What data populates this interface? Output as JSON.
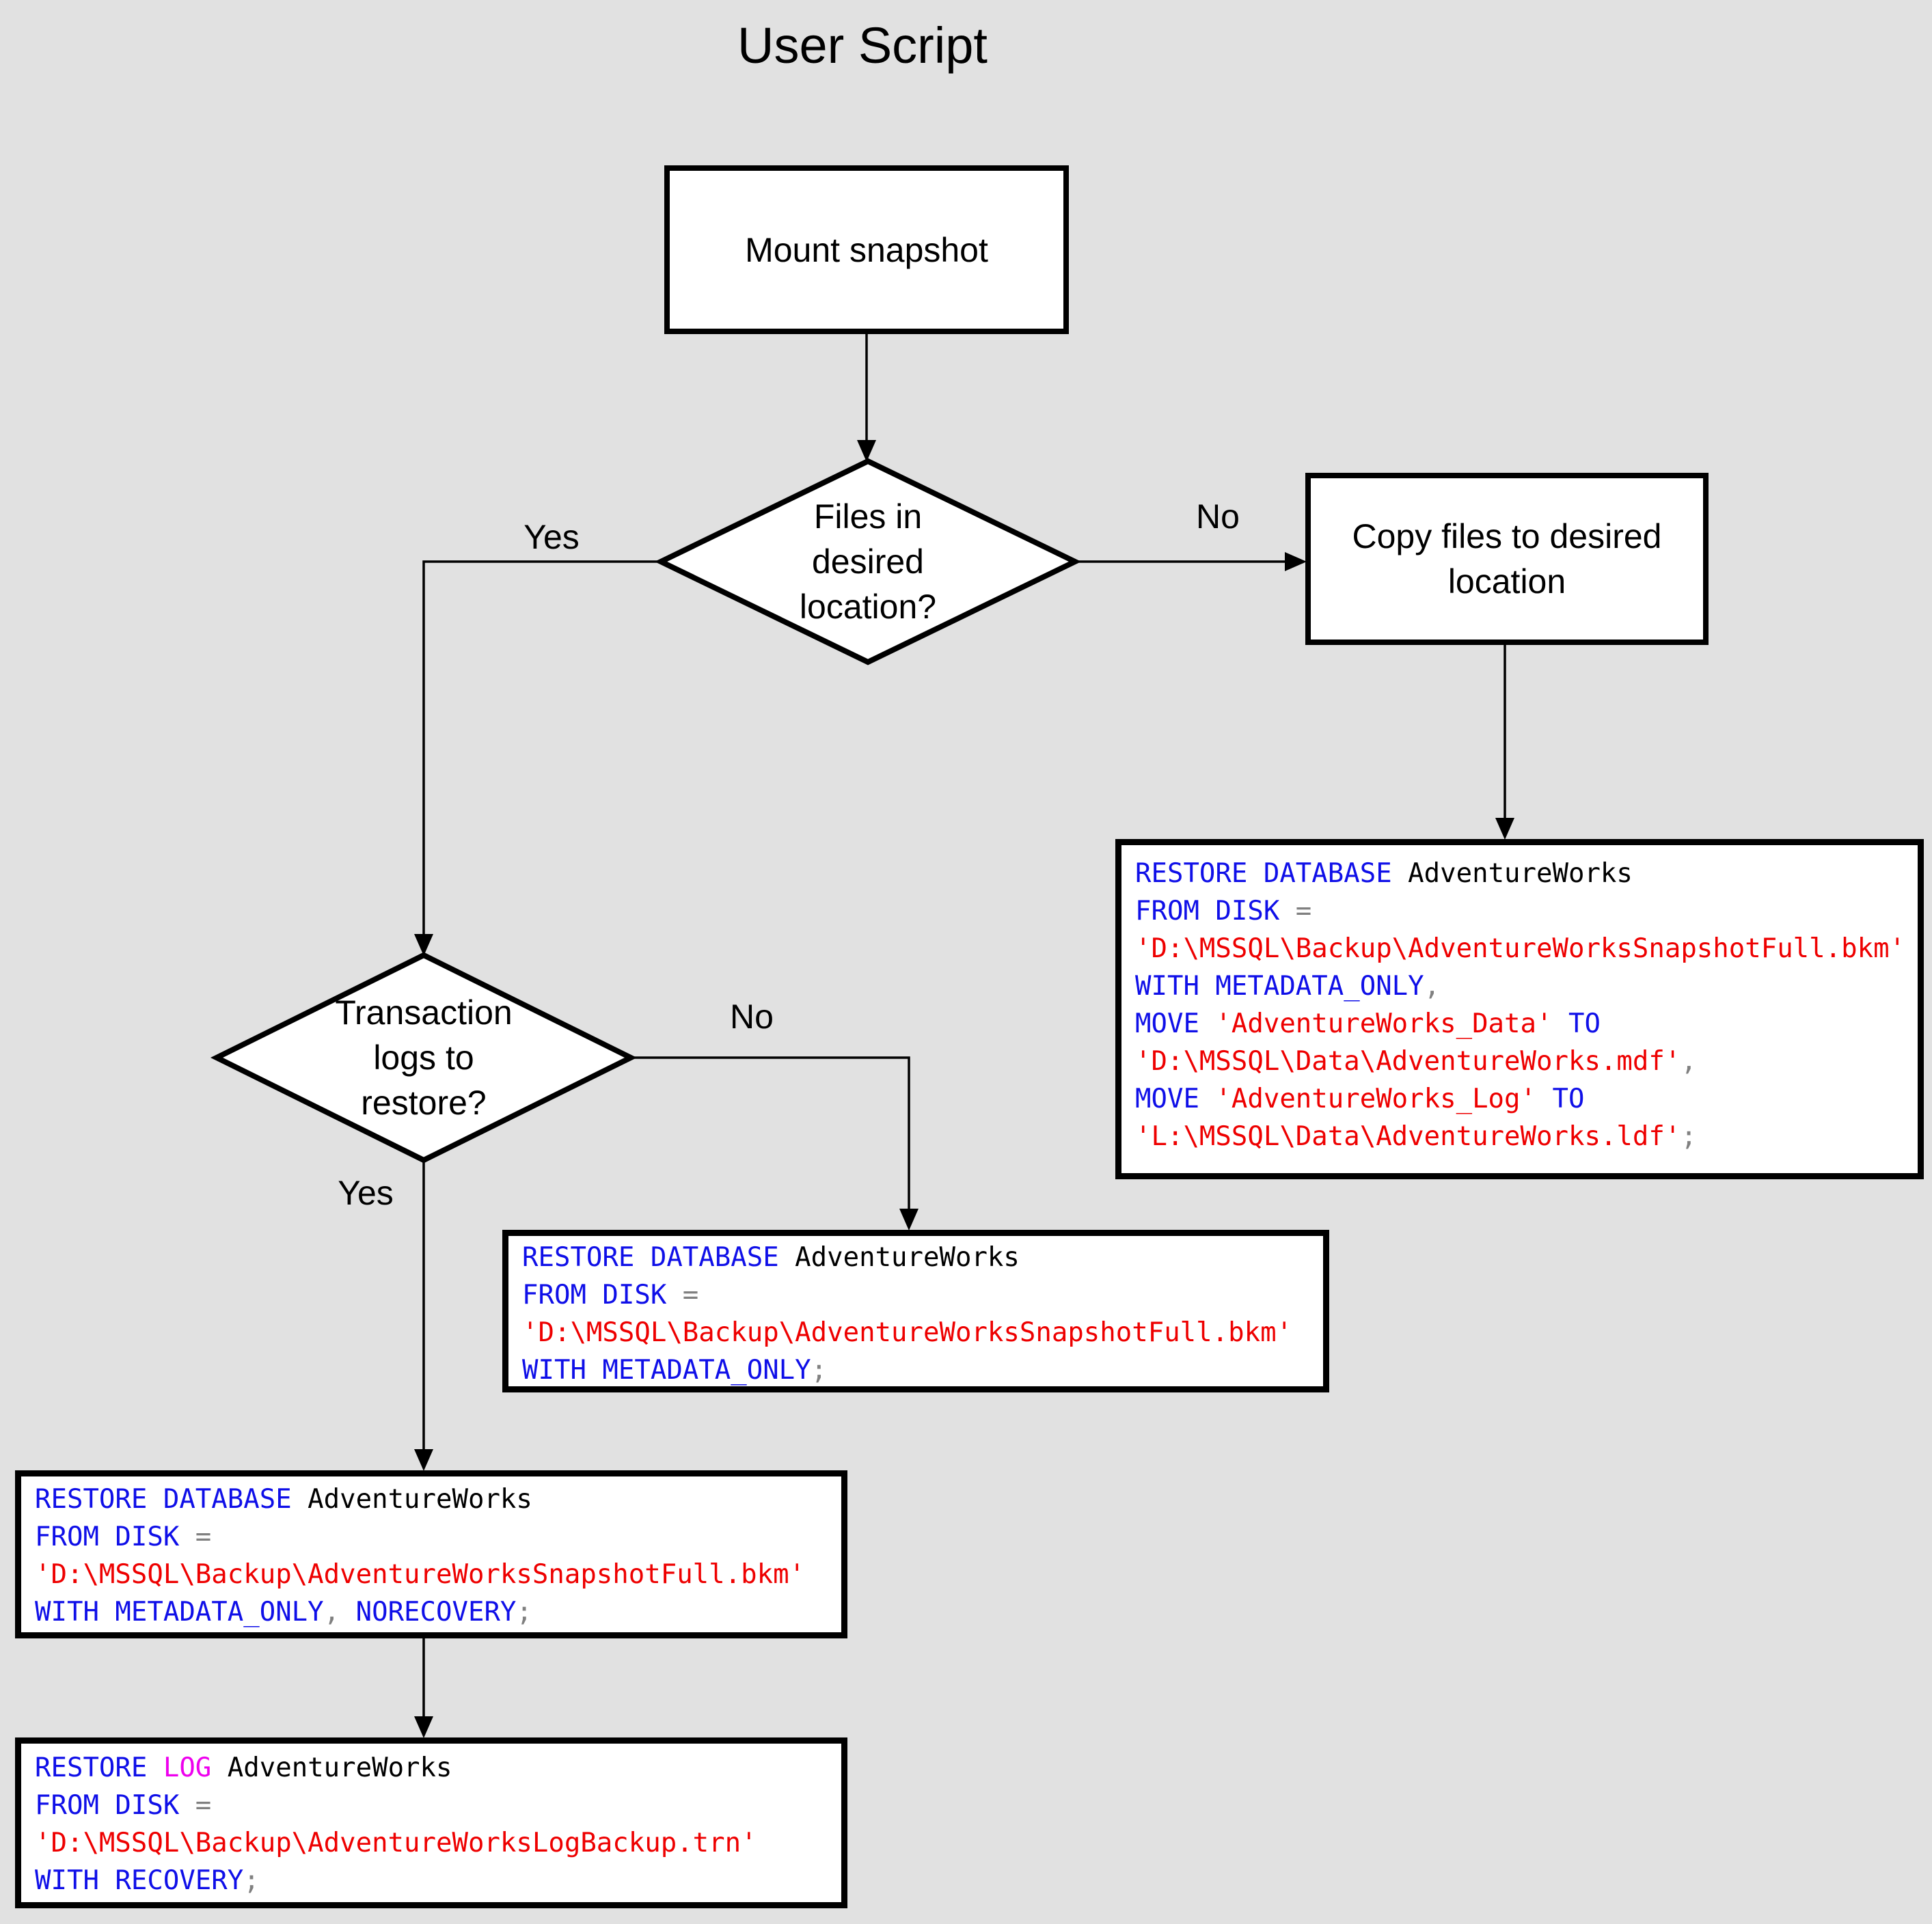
{
  "title": "User Script",
  "colors": {
    "bg": "#e1e1e1",
    "box_fill": "#ffffff",
    "line": "#000000",
    "kw": "#0f0fe8",
    "str": "#ee0000",
    "id": "#000000",
    "op": "#808080",
    "log": "#ee00ee"
  },
  "nodes": {
    "mount": {
      "label": "Mount snapshot"
    },
    "files_decision": {
      "lines": [
        "Files in",
        "desired",
        "location?"
      ]
    },
    "copy": {
      "lines": [
        "Copy files to desired",
        "location"
      ]
    },
    "logs_decision": {
      "lines": [
        "Transaction",
        "logs to",
        "restore?"
      ]
    }
  },
  "edge_labels": {
    "files_yes": "Yes",
    "files_no": "No",
    "logs_yes": "Yes",
    "logs_no": "No"
  },
  "code_blocks": {
    "copy_restore": {
      "lines": [
        [
          {
            "t": "RESTORE DATABASE",
            "c": "kw"
          },
          {
            "t": " AdventureWorks",
            "c": "id"
          }
        ],
        [
          {
            "t": "FROM DISK",
            "c": "kw"
          },
          {
            "t": " =",
            "c": "op"
          }
        ],
        [
          {
            "t": "'D:\\MSSQL\\Backup\\AdventureWorksSnapshotFull.bkm'",
            "c": "str"
          }
        ],
        [
          {
            "t": "WITH METADATA_ONLY",
            "c": "kw"
          },
          {
            "t": ",",
            "c": "op"
          }
        ],
        [
          {
            "t": "MOVE",
            "c": "kw"
          },
          {
            "t": " 'AdventureWorks_Data'",
            "c": "str"
          },
          {
            "t": " TO",
            "c": "kw"
          }
        ],
        [
          {
            "t": "'D:\\MSSQL\\Data\\AdventureWorks.mdf'",
            "c": "str"
          },
          {
            "t": ",",
            "c": "op"
          }
        ],
        [
          {
            "t": "MOVE",
            "c": "kw"
          },
          {
            "t": " 'AdventureWorks_Log'",
            "c": "str"
          },
          {
            "t": " TO",
            "c": "kw"
          }
        ],
        [
          {
            "t": "'L:\\MSSQL\\Data\\AdventureWorks.ldf'",
            "c": "str"
          },
          {
            "t": ";",
            "c": "op"
          }
        ]
      ]
    },
    "metadata_only": {
      "lines": [
        [
          {
            "t": "RESTORE DATABASE",
            "c": "kw"
          },
          {
            "t": " AdventureWorks",
            "c": "id"
          }
        ],
        [
          {
            "t": "FROM DISK",
            "c": "kw"
          },
          {
            "t": " =",
            "c": "op"
          }
        ],
        [
          {
            "t": "'D:\\MSSQL\\Backup\\AdventureWorksSnapshotFull.bkm'",
            "c": "str"
          }
        ],
        [
          {
            "t": "WITH METADATA_ONLY",
            "c": "kw"
          },
          {
            "t": ";",
            "c": "op"
          }
        ]
      ]
    },
    "norecovery": {
      "lines": [
        [
          {
            "t": "RESTORE DATABASE",
            "c": "kw"
          },
          {
            "t": " AdventureWorks",
            "c": "id"
          }
        ],
        [
          {
            "t": "FROM DISK",
            "c": "kw"
          },
          {
            "t": " =",
            "c": "op"
          }
        ],
        [
          {
            "t": "'D:\\MSSQL\\Backup\\AdventureWorksSnapshotFull.bkm'",
            "c": "str"
          }
        ],
        [
          {
            "t": "WITH METADATA_ONLY",
            "c": "kw"
          },
          {
            "t": ",",
            "c": "op"
          },
          {
            "t": " NORECOVERY",
            "c": "kw"
          },
          {
            "t": ";",
            "c": "op"
          }
        ]
      ]
    },
    "restore_log": {
      "lines": [
        [
          {
            "t": "RESTORE ",
            "c": "kw"
          },
          {
            "t": "LOG",
            "c": "log"
          },
          {
            "t": " AdventureWorks",
            "c": "id"
          }
        ],
        [
          {
            "t": "FROM DISK",
            "c": "kw"
          },
          {
            "t": " =",
            "c": "op"
          }
        ],
        [
          {
            "t": "'D:\\MSSQL\\Backup\\AdventureWorksLogBackup.trn'",
            "c": "str"
          }
        ],
        [
          {
            "t": "WITH RECOVERY",
            "c": "kw"
          },
          {
            "t": ";",
            "c": "op"
          }
        ]
      ]
    }
  }
}
